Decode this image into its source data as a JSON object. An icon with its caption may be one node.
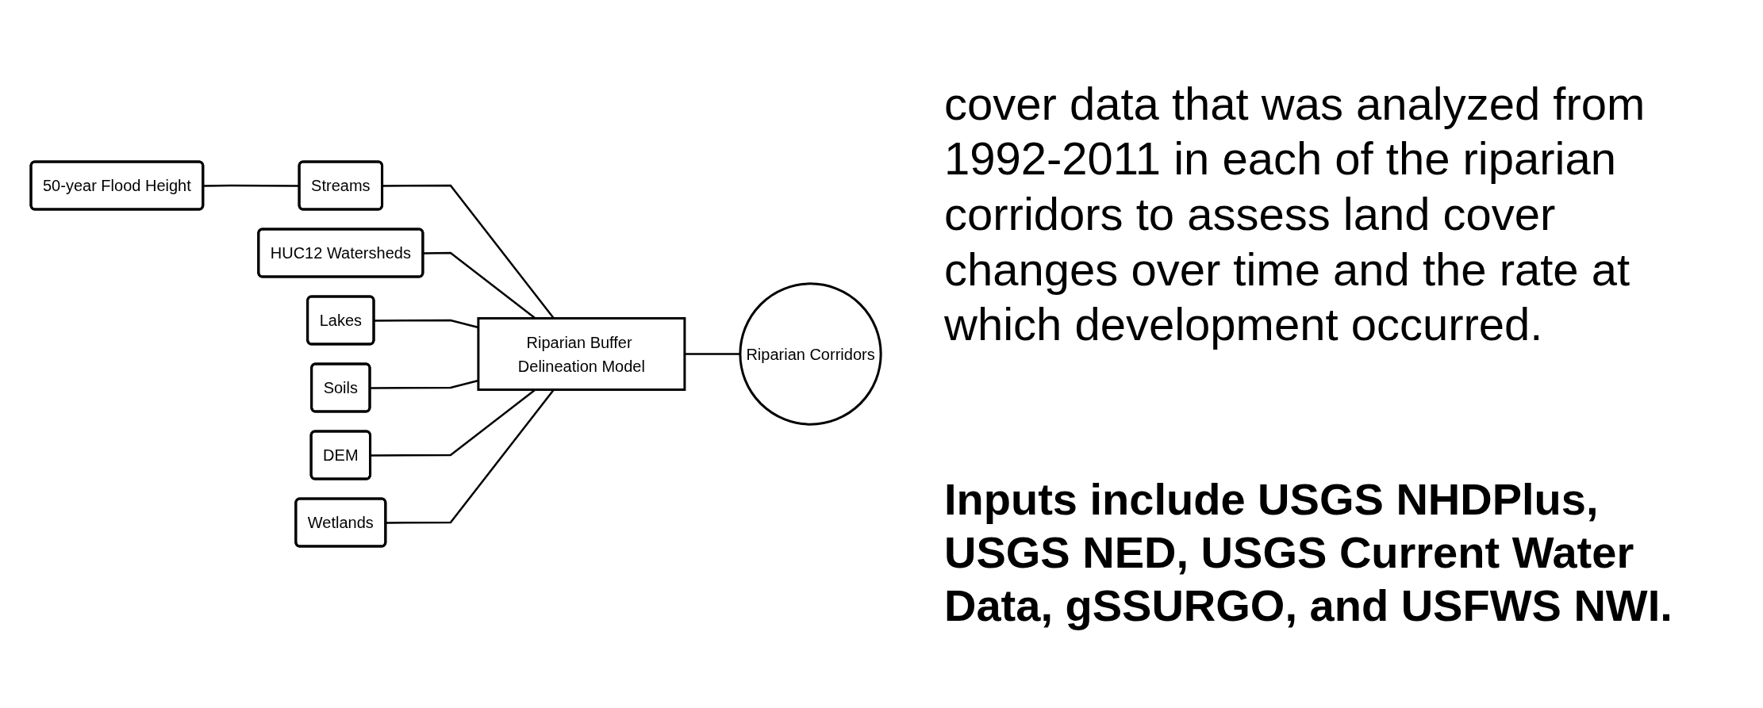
{
  "diagram": {
    "nodes": [
      {
        "text": [
          "50-year Flood Height"
        ]
      },
      {
        "text": [
          "Streams"
        ]
      },
      {
        "text": [
          "HUC12 Watersheds"
        ]
      },
      {
        "text": [
          "Lakes"
        ]
      },
      {
        "text": [
          "Soils"
        ]
      },
      {
        "text": [
          "DEM"
        ]
      },
      {
        "text": [
          "Wetlands"
        ]
      },
      {
        "text": [
          "Riparian Buffer Delineation Model"
        ]
      },
      {
        "text": [
          "Riparian Corridors"
        ]
      }
    ],
    "edges": [
      {
        "from": 0,
        "to": 1,
        "arrow": "none"
      },
      {
        "from": 1,
        "to": 7,
        "arrow": "none"
      },
      {
        "from": 2,
        "to": 7,
        "arrow": "none"
      },
      {
        "from": 3,
        "to": 7,
        "arrow": "none"
      },
      {
        "from": 4,
        "to": 7,
        "arrow": "none"
      },
      {
        "from": 5,
        "to": 7,
        "arrow": "none"
      },
      {
        "from": 6,
        "to": 7,
        "arrow": "none"
      },
      {
        "from": 7,
        "to": 8,
        "arrow": "none"
      }
    ],
    "labels": [
      "cover data that was analyzed from 1992-2011 in each of the riparian corridors to assess land cover changes over time and the rate at which development occurred.",
      "Inputs include USGS NHDPlus, USGS NED, USGS Current Water Data, gSSURGO, and USFWS NWI."
    ]
  }
}
